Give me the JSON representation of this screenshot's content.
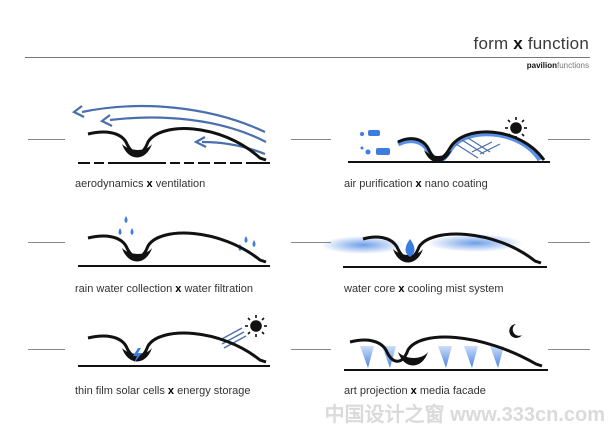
{
  "header": {
    "title_pre": "form ",
    "title_x": "x",
    "title_post": " function",
    "sub_bold": "pavilion",
    "sub_light": "functions"
  },
  "panels": [
    {
      "pre": "aerodynamics ",
      "x": "x",
      "post": " ventilation"
    },
    {
      "pre": "air purification ",
      "x": "x",
      "post": " nano coating"
    },
    {
      "pre": "rain water collection ",
      "x": "x",
      "post": " water filtration"
    },
    {
      "pre": "water core ",
      "x": "x",
      "post": " cooling mist system"
    },
    {
      "pre": "thin film solar cells ",
      "x": "x",
      "post": " energy storage"
    },
    {
      "pre": "art projection ",
      "x": "x",
      "post": " media facade"
    }
  ],
  "watermark": "中国设计之窗 www.333cn.com",
  "colors": {
    "accent_blue": "#3d7de0",
    "arrow_blue": "#4b6fad",
    "ink": "#111111"
  }
}
